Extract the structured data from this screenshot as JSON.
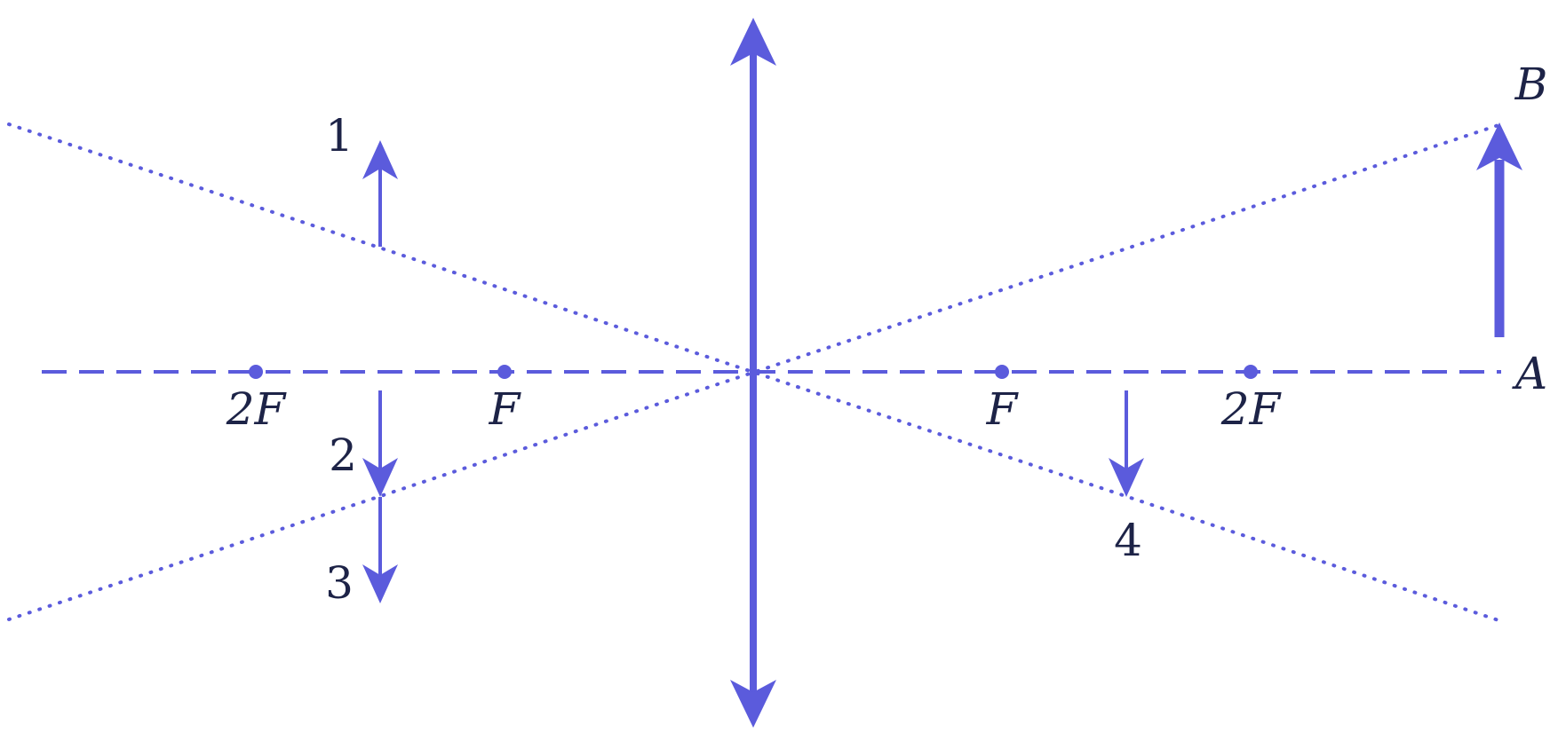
{
  "colors": {
    "primary": "#5b5bdc",
    "text": "#1d2347",
    "background": "#ffffff"
  },
  "points": {
    "left_2f": "2F",
    "left_f": "F",
    "right_f": "F",
    "right_2f": "2F"
  },
  "object": {
    "top_label": "B",
    "base_label": "A"
  },
  "candidate_images": {
    "label_1": "1",
    "label_2": "2",
    "label_3": "3",
    "label_4": "4"
  }
}
